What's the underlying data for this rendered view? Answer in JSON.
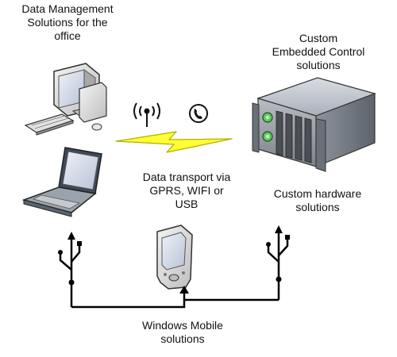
{
  "labels": {
    "office": "Data Management\nSolutions for the\noffice",
    "embedded": "Custom\nEmbedded Control\nsolutions",
    "transport": "Data transport via\nGPRS, WIFI or\nUSB",
    "hardware": "Custom hardware\nsolutions",
    "mobile": "Windows Mobile\nsolutions"
  },
  "icons": [
    "desktop-computer-icon",
    "laptop-icon",
    "antenna-icon",
    "phone-icon",
    "lightning-bolt-icon",
    "server-rack-icon",
    "pda-icon",
    "usb-icon"
  ],
  "colors": {
    "bolt_fill": "#ffff33",
    "bolt_stroke": "#b0b000",
    "led": "#5cc75c",
    "line": "#000000",
    "screen": "#dde3ee"
  }
}
